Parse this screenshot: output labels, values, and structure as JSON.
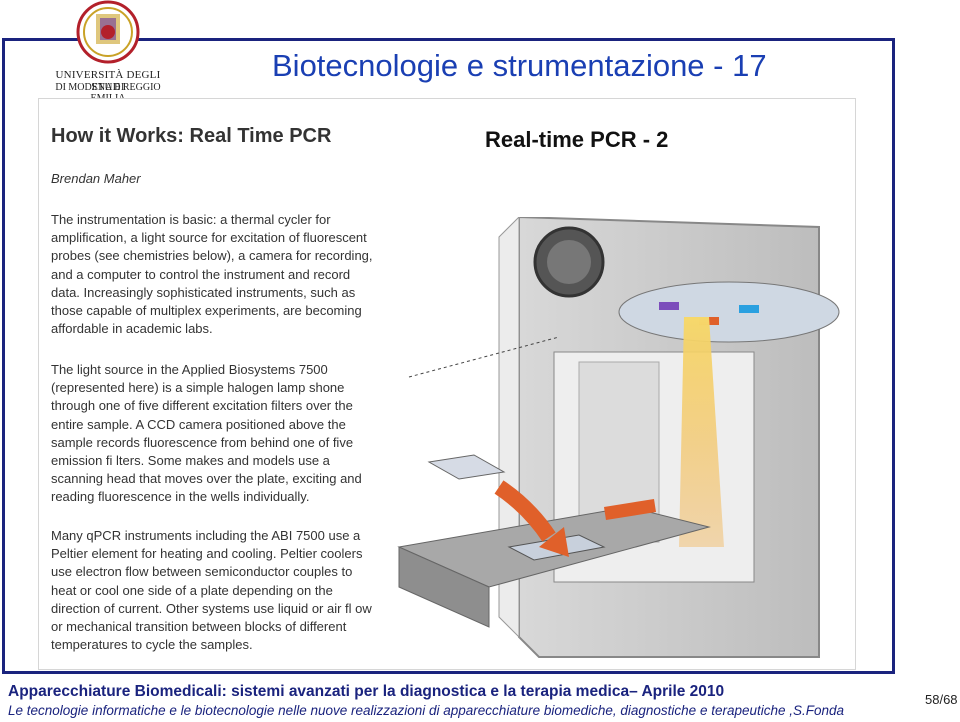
{
  "header": {
    "university_line1": "UNIVERSITÀ DEGLI STUDI",
    "university_line2": "DI MODENA E REGGIO EMILIA",
    "title": "Biotecnologie e strumentazione - 17"
  },
  "content": {
    "subtitle": "Real-time PCR  - 2",
    "box_heading": "How it Works: Real Time PCR",
    "author": "Brendan Maher",
    "paragraphs": [
      "The instrumentation is basic: a thermal cycler for amplification, a light source for excitation of fluorescent probes (see chemistries below), a camera for recording, and a computer to control the instrument and record data. Increasingly sophisticated instruments, such as those capable of multiplex experiments, are becoming affordable in academic labs.",
      "The light source in the Applied Biosystems 7500 (represented here) is a simple halogen lamp shone through one of five different excitation filters over the entire sample. A CCD camera positioned above the sample records fluorescence from behind one of five emission fi lters. Some makes and models use a scanning head that moves over the plate, exciting and reading fluorescence in the wells individually.",
      "Many qPCR instruments including the ABI 7500 use a Peltier element for heating and cooling. Peltier coolers use electron flow between semiconductor couples to heat or cool one side of a plate depending on the direction of current. Other systems use liquid or air fl ow or mechanical transition between blocks of different temperatures to cycle the samples."
    ]
  },
  "footer": {
    "line1": "Apparecchiature Biomedicali: sistemi avanzati per la diagnostica e la terapia medica– Aprile 2010",
    "line2": "Le tecnologie informatiche e le biotecnologie nelle nuove realizzazioni di apparecchiature biomediche, diagnostiche e terapeutiche ,S.Fonda",
    "page": "58/68"
  },
  "colors": {
    "title_blue": "#1a3fb3",
    "footer_navy": "#1a237e",
    "logo_red": "#b3202a"
  }
}
